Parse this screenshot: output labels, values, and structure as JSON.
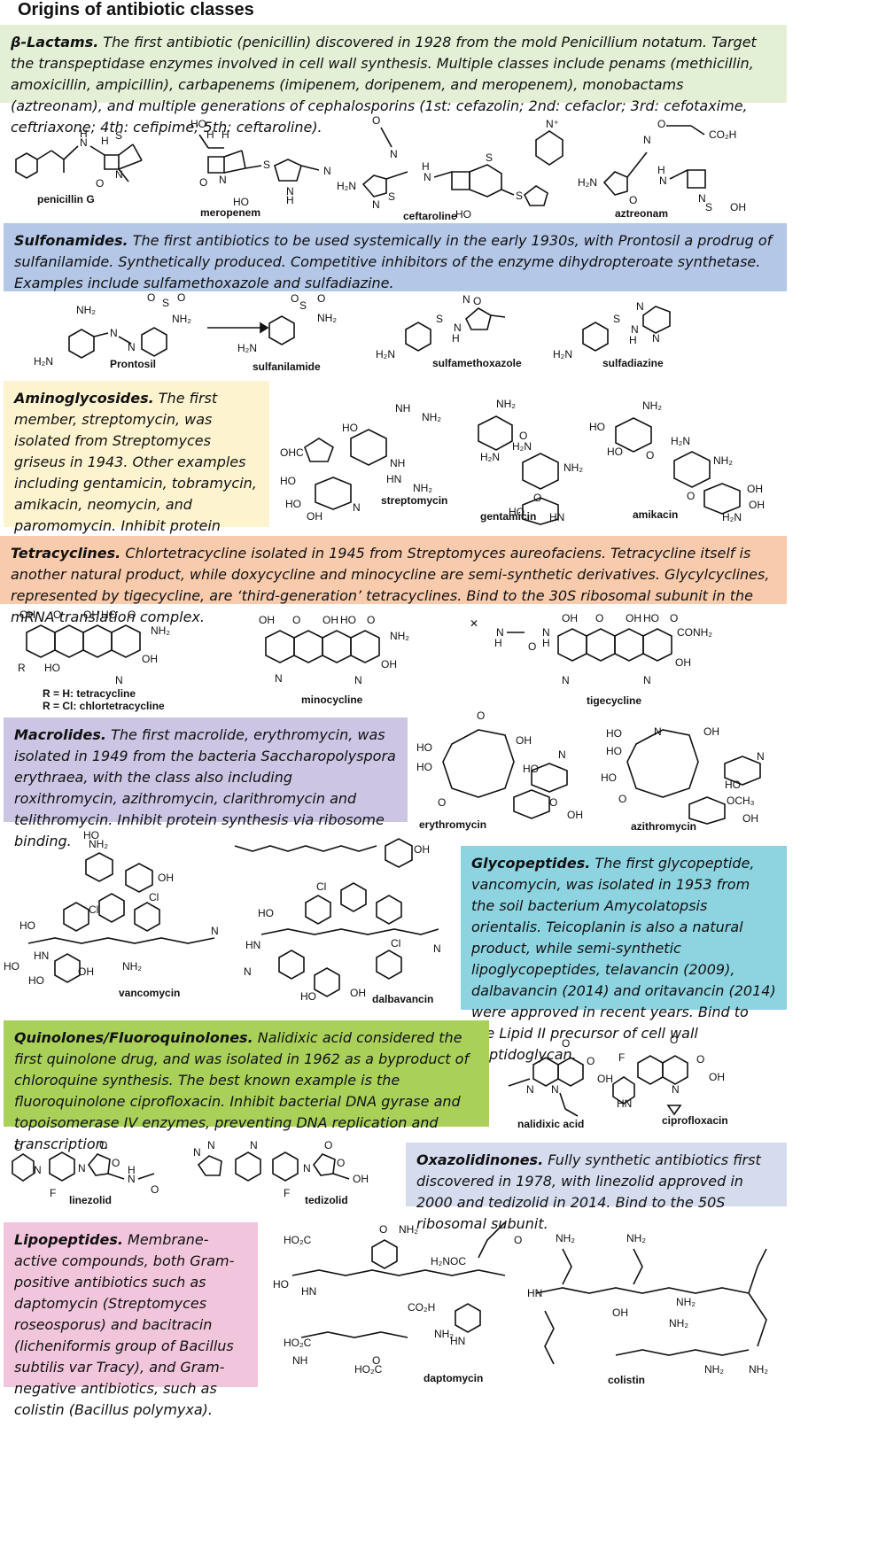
{
  "title": "Origins of antibiotic classes",
  "sections": {
    "beta_lactams": {
      "heading": "β-Lactams.",
      "text": "The first antibiotic (penicillin) discovered in 1928 from the mold Penicillium notatum. Target the transpeptidase enzymes involved in cell wall synthesis. Multiple classes include penams (methicillin, amoxicillin, ampicillin), carbapenems (imipenem, doripenem, and meropenem), monobactams (aztreonam), and multiple generations of cephalosporins (1st: cefazolin; 2nd: cefaclor; 3rd: cefotaxime, ceftriaxone; 4th: cefipime; 5th: ceftaroline).",
      "color": "#e3f0d6",
      "compounds": [
        "penicillin G",
        "meropenem",
        "ceftaroline",
        "aztreonam"
      ]
    },
    "sulfonamides": {
      "heading": "Sulfonamides.",
      "text": "The first antibiotics to be used systemically in the early 1930s, with Prontosil a prodrug of sulfanilamide. Synthetically produced. Competitive inhibitors of the enzyme dihydropteroate synthetase. Examples include sulfamethoxazole and sulfadiazine.",
      "color": "#b4c7e7",
      "compounds": [
        "Prontosil",
        "sulfanilamide",
        "sulfamethoxazole",
        "sulfadiazine"
      ]
    },
    "aminoglycosides": {
      "heading": "Aminoglycosides.",
      "text": "The first member, streptomycin, was isolated from Streptomyces griseus in 1943. Other examples including gentamicin, tobramycin, amikacin, neomycin, and paromomycin. Inhibit protein synthesis via ribosome binding.",
      "color": "#fdf3cf",
      "compounds": [
        "streptomycin",
        "gentamicin",
        "amikacin"
      ]
    },
    "tetracyclines": {
      "heading": "Tetracyclines.",
      "text": "Chlortetracycline isolated in 1945 from Streptomyces aureofaciens. Tetracycline itself is another natural product, while doxycycline and minocycline are semi-synthetic derivatives. Glycylcyclines, represented by tigecycline, are ‘third-generation’ tetracyclines. Bind to the 30S ribosomal subunit in the mRNA translation complex.",
      "color": "#f8cbad",
      "compounds": [
        "R = H: tetracycline",
        "R = Cl: chlortetracycline",
        "minocycline",
        "tigecycline"
      ]
    },
    "macrolides": {
      "heading": "Macrolides.",
      "text": "The first macrolide, erythromycin, was isolated in 1949 from the bacteria Saccharopolyspora erythraea, with the class also including roxithromycin, azithromycin, clarithromycin and telithromycin. Inhibit protein synthesis via ribosome binding.",
      "color": "#ccc6e4",
      "compounds": [
        "erythromycin",
        "azithromycin"
      ]
    },
    "glycopeptides": {
      "heading": "Glycopeptides.",
      "text": "The first glycopeptide, vancomycin, was isolated in 1953 from the soil bacterium Amycolatopsis orientalis. Teicoplanin is also a natural product, while semi-synthetic lipoglycopeptides, telavancin (2009), dalbavancin (2014) and oritavancin (2014) were approved in recent years. Bind to the Lipid II precursor of cell wall peptidoglycan.",
      "color": "#8dd3e0",
      "compounds": [
        "vancomycin",
        "dalbavancin"
      ]
    },
    "quinolones": {
      "heading": "Quinolones/Fluoroquinolones.",
      "text": "Nalidixic acid considered the first quinolone drug, and was isolated in 1962 as a byproduct of chloroquine synthesis. The best known example is the fluoroquinolone ciprofloxacin. Inhibit bacterial DNA gyrase and topoisomerase IV enzymes, preventing DNA replication and transcription.",
      "color": "#a9d15a",
      "compounds": [
        "nalidixic acid",
        "ciprofloxacin"
      ]
    },
    "oxazolidinones": {
      "heading": "Oxazolidinones.",
      "text": "Fully synthetic antibiotics first discovered in 1978, with linezolid approved in 2000 and tedizolid in 2014. Bind to the 50S ribosomal subunit.",
      "color": "#d5dced",
      "compounds": [
        "linezolid",
        "tedizolid"
      ]
    },
    "lipopeptides": {
      "heading": "Lipopeptides.",
      "text": "Membrane-active compounds, both Gram-positive antibiotics such as daptomycin (Streptomyces roseosporus) and bacitracin (licheniformis group of Bacillus subtilis var Tracy), and Gram-negative antibiotics, such as colistin (Bacillus polymyxa).",
      "color": "#f1c6dc",
      "compounds": [
        "daptomycin",
        "colistin"
      ]
    }
  }
}
